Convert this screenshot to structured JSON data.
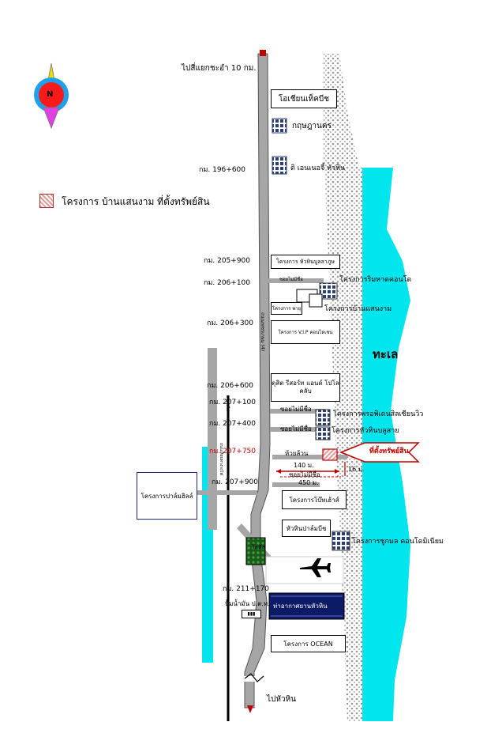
{
  "compass": {
    "letter": "N"
  },
  "legend": {
    "label": "โครงการ บ้านแสนงาม ที่ตั้งทรัพย์สิน"
  },
  "road_labels": {
    "top": "ไปสี่แยกชะอำ 10 กม.",
    "bottom": "ไปหัวหิน",
    "highway": "ถนนเพชรเกษม (4)"
  },
  "km_markers": [
    "กม. 196+600",
    "กม. 205+900",
    "กม. 206+100",
    "กม. 206+300",
    "กม. 206+600",
    "กม. 207+100",
    "กม. 207+400",
    "กม. 207+750",
    "กม. 207+900",
    "กม. 211+170"
  ],
  "places": {
    "ocean_beach": "โอเชียนเท็คบีช",
    "kritsada": "กฤษฎานคร",
    "d_energy": "ดิ เอนเนอจี้ หัวหิน",
    "hh_bulab": "โครงการ หัวหินบูลลาภูษ",
    "soi_no_name_1": "ซอยไม่มีชื่อ",
    "rimhat": "โครงการริมหาดคอนโด",
    "phayu": "โครงการ พายุ",
    "baan_saengam": "โครงการบ้านแสนงาม",
    "vip_condo": "โครงการ V.I.P คอนโดเชน",
    "rich_resort": "ดุสิต รีสอร์ท แอนด์ โปโลคลับ",
    "soi_no_name_2": "ซอยไม่มีชื่อ",
    "soi_no_name_3": "ซอยไม่มีชื่อ",
    "pasaya": "โครงการพรอพิเดนสิลเซียนวิว",
    "hh_kaw": "โครงการหัวหินบลูสาย",
    "huai_ku": "ห้วยล้วน",
    "target": "ที่ตั้งทรัพย์สิน",
    "soi_no_name_4": "ซอยไม่มีชื่อ",
    "palm_hill": "โครงการปาล์มฮิลล์",
    "boathouse": "โครงการโบ๊ทเฮ้าส์",
    "hh_palm_beach": "หัวหินปาล์มบีช",
    "chukmon": "โครงการชูกมล คอนโดมิเนียม",
    "lotus": "โลตัส",
    "ptt": "ปั๊มน้ำมัน ป.ต.ท.",
    "airport": "ท่าอากาศยานหัวหิน",
    "ocean_project": "โครงการ OCEAN",
    "sea": "ทะเล",
    "railway": "ทางรถไฟ",
    "rail_road": "ถนนเลียบทางรถไฟ"
  },
  "distances": {
    "d140": "140 ม.",
    "d450": "450 ม.",
    "d16": "16 ม."
  },
  "colors": {
    "sea": "#00e5ee",
    "road": "#a6a6a6",
    "target": "#c00000",
    "airport_panel": "#0d1a66"
  }
}
